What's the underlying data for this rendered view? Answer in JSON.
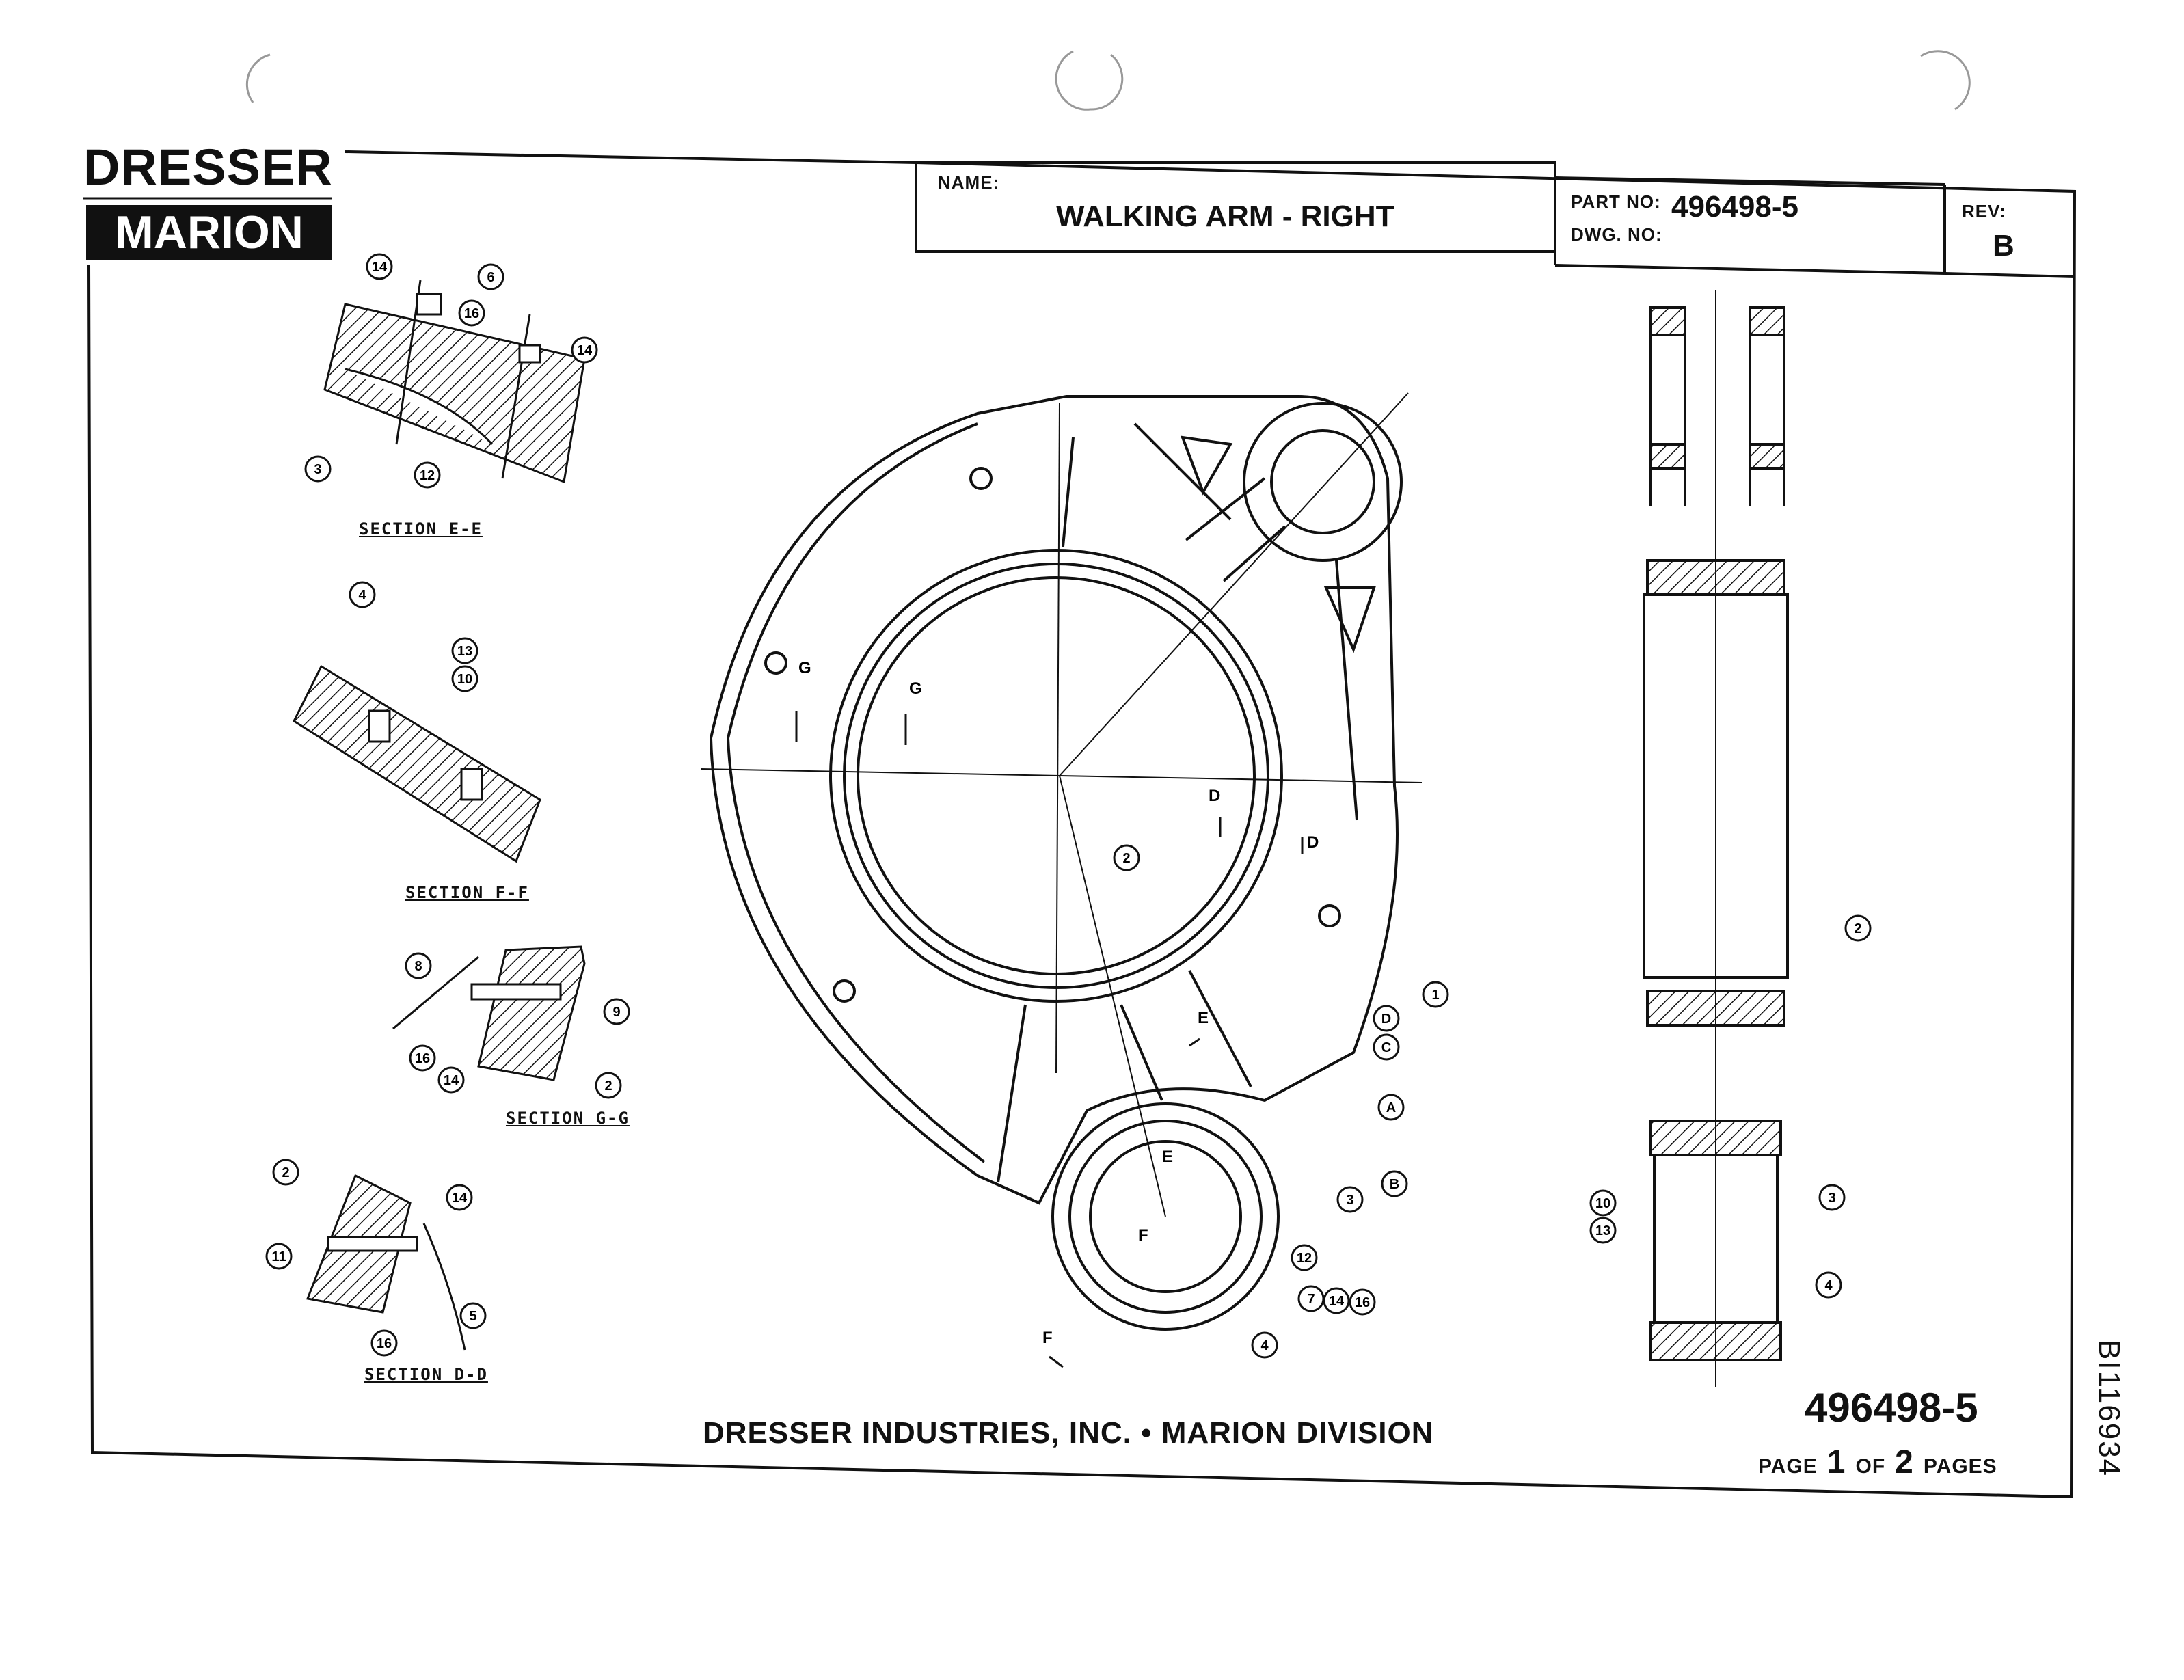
{
  "logo": {
    "top": "DRESSER",
    "bottom": "MARION"
  },
  "title_block": {
    "name_label": "NAME:",
    "name_value": "WALKING ARM - RIGHT",
    "part_no_label": "PART NO:",
    "part_no_value": "496498-5",
    "dwg_no_label": "DWG. NO:",
    "rev_label": "REV:",
    "rev_value": "B"
  },
  "sections": {
    "ee": "SECTION E-E",
    "ff": "SECTION F-F",
    "gg": "SECTION G-G",
    "dd": "SECTION D-D"
  },
  "callouts": {
    "ee": [
      "14",
      "6",
      "16",
      "14",
      "3",
      "12"
    ],
    "ff": [
      "4",
      "13",
      "10"
    ],
    "gg": [
      "8",
      "9",
      "16",
      "14",
      "2"
    ],
    "dd": [
      "2",
      "14",
      "11",
      "5",
      "16"
    ],
    "main": [
      "2",
      "1",
      "D",
      "C",
      "A",
      "B",
      "3",
      "12",
      "7",
      "14",
      "16",
      "4"
    ],
    "side": [
      "2",
      "10",
      "13",
      "3",
      "4"
    ]
  },
  "section_marks": [
    "G",
    "G",
    "D",
    "D",
    "E",
    "E",
    "F",
    "F"
  ],
  "footer": {
    "company": "DRESSER INDUSTRIES, INC. • MARION DIVISION",
    "drawing_number": "496498-5",
    "page_word": "PAGE",
    "page_num": "1",
    "of_word": "OF",
    "page_total": "2",
    "pages_word": "PAGES"
  },
  "side_code": "BI116934"
}
